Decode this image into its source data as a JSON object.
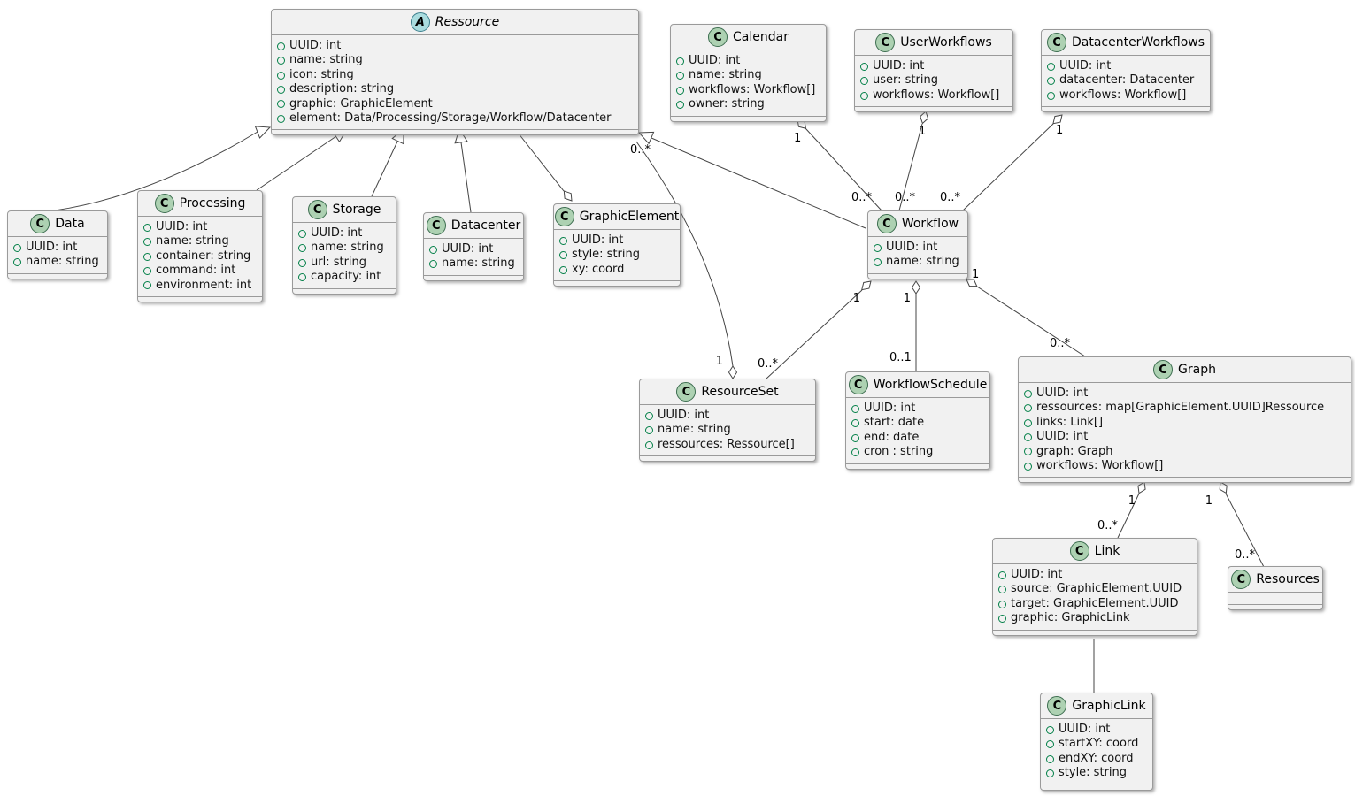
{
  "classes": {
    "ressource": {
      "badge": "A",
      "name": "Ressource",
      "attrs": [
        "UUID: int",
        "name: string",
        "icon: string",
        "description: string",
        "graphic: GraphicElement",
        "element: Data/Processing/Storage/Workflow/Datacenter"
      ]
    },
    "calendar": {
      "badge": "C",
      "name": "Calendar",
      "attrs": [
        "UUID: int",
        "name: string",
        "workflows: Workflow[]",
        "owner: string"
      ]
    },
    "userworkflows": {
      "badge": "C",
      "name": "UserWorkflows",
      "attrs": [
        "UUID: int",
        "user: string",
        "workflows: Workflow[]"
      ]
    },
    "datacenterworkflows": {
      "badge": "C",
      "name": "DatacenterWorkflows",
      "attrs": [
        "UUID: int",
        "datacenter: Datacenter",
        "workflows: Workflow[]"
      ]
    },
    "data": {
      "badge": "C",
      "name": "Data",
      "attrs": [
        "UUID: int",
        "name: string"
      ]
    },
    "processing": {
      "badge": "C",
      "name": "Processing",
      "attrs": [
        "UUID: int",
        "name: string",
        "container: string",
        "command: int",
        "environment: int"
      ]
    },
    "storage": {
      "badge": "C",
      "name": "Storage",
      "attrs": [
        "UUID: int",
        "name: string",
        "url: string",
        "capacity: int"
      ]
    },
    "datacenter": {
      "badge": "C",
      "name": "Datacenter",
      "attrs": [
        "UUID: int",
        "name: string"
      ]
    },
    "graphicelement": {
      "badge": "C",
      "name": "GraphicElement",
      "attrs": [
        "UUID: int",
        "style: string",
        "xy: coord"
      ]
    },
    "workflow": {
      "badge": "C",
      "name": "Workflow",
      "attrs": [
        "UUID: int",
        "name: string"
      ]
    },
    "resourceset": {
      "badge": "C",
      "name": "ResourceSet",
      "attrs": [
        "UUID: int",
        "name: string",
        "ressources: Ressource[]"
      ]
    },
    "workflowschedule": {
      "badge": "C",
      "name": "WorkflowSchedule",
      "attrs": [
        "UUID: int",
        "start: date",
        "end: date",
        "cron : string"
      ]
    },
    "graph": {
      "badge": "C",
      "name": "Graph",
      "attrs": [
        "UUID: int",
        "ressources: map[GraphicElement.UUID]Ressource",
        "links: Link[]",
        "UUID: int",
        "graph: Graph",
        "workflows: Workflow[]"
      ]
    },
    "link": {
      "badge": "C",
      "name": "Link",
      "attrs": [
        "UUID: int",
        "source: GraphicElement.UUID",
        "target: GraphicElement.UUID",
        "graphic: GraphicLink"
      ]
    },
    "resources": {
      "badge": "C",
      "name": "Resources",
      "attrs": []
    },
    "graphiclink": {
      "badge": "C",
      "name": "GraphicLink",
      "attrs": [
        "UUID: int",
        "startXY: coord",
        "endXY: coord",
        "style: string"
      ]
    }
  },
  "edges": {
    "ressource_resourceset": {
      "source_label": "0..*",
      "target_label": "1"
    },
    "calendar_workflow": {
      "source_label": "1",
      "target_label": "0..*"
    },
    "userworkflows_workflow": {
      "source_label": "1",
      "target_label": "0..*"
    },
    "datacenterworkflows_workflow": {
      "source_label": "1",
      "target_label": "0..*"
    },
    "workflow_resourceset": {
      "source_label": "1",
      "target_label": "0..*"
    },
    "workflow_workflowschedule": {
      "source_label": "1",
      "target_label": "0..1"
    },
    "workflow_graph": {
      "source_label": "1",
      "target_label": "0..*"
    },
    "graph_link": {
      "source_label": "1",
      "target_label": "0..*"
    },
    "graph_resources": {
      "source_label": "1",
      "target_label": "0..*"
    }
  },
  "colors": {
    "class_badge_bg": "#ADD1B2",
    "abstract_badge_bg": "#A9DCDF",
    "box_bg": "#F1F1F1",
    "box_border": "#9A9A9A",
    "line": "#454545",
    "field_dot": "#038048"
  }
}
